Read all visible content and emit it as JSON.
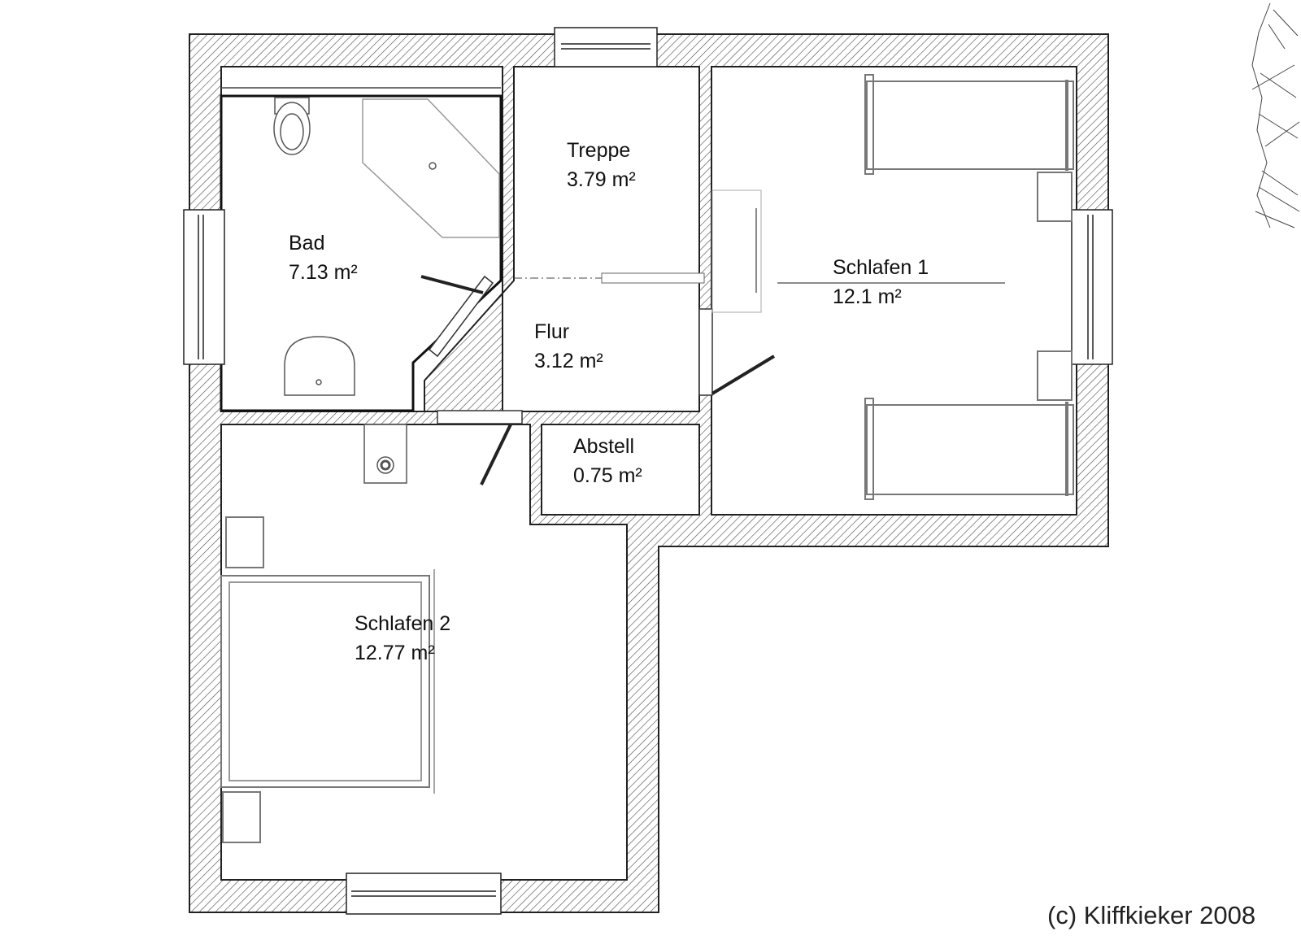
{
  "rooms": [
    {
      "id": "bad",
      "name": "Bad",
      "area": "7.13 m²"
    },
    {
      "id": "treppe",
      "name": "Treppe",
      "area": "3.79 m²"
    },
    {
      "id": "flur",
      "name": "Flur",
      "area": "3.12 m²"
    },
    {
      "id": "schlafen1",
      "name": "Schlafen 1",
      "area": "12.1 m²"
    },
    {
      "id": "abstell",
      "name": "Abstell",
      "area": "0.75 m²"
    },
    {
      "id": "schlafen2",
      "name": "Schlafen 2",
      "area": "12.77 m²"
    }
  ],
  "copyright": "(c) Kliffkieker 2008",
  "colors": {
    "wall_hatch": "#555555",
    "furniture": "#777777",
    "background": "#ffffff"
  },
  "icons": [
    "toilet-icon",
    "shower-icon",
    "sink-icon",
    "bed-icon",
    "nightstand-icon",
    "chimney-icon",
    "plant-icon"
  ]
}
